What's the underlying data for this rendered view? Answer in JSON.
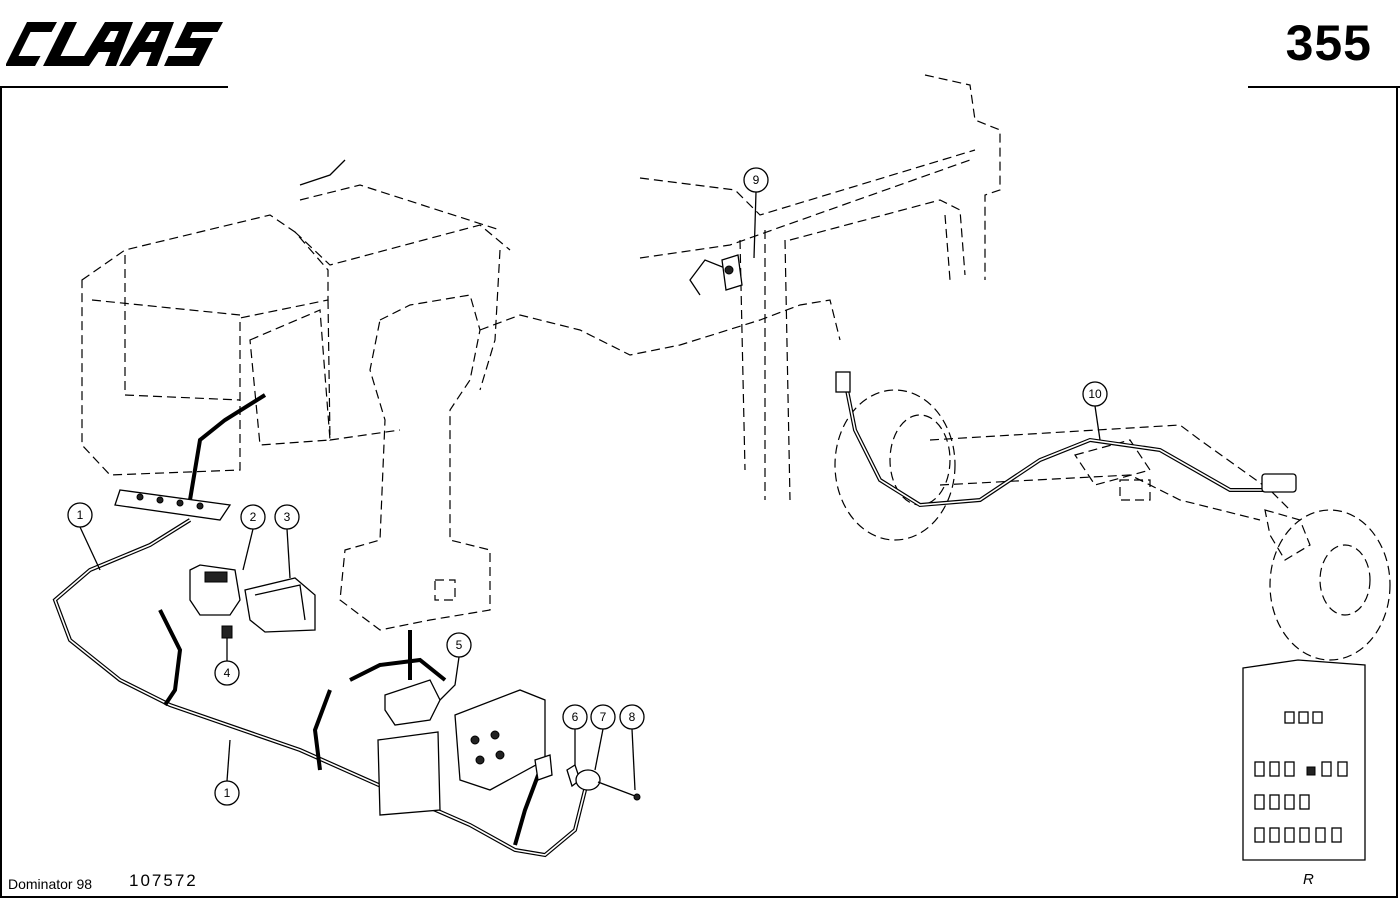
{
  "header": {
    "brand": "CLAAS",
    "page_number": "355"
  },
  "footer": {
    "model": "Dominator 98",
    "drawing_number": "107572",
    "revision_mark": "R"
  },
  "callouts": [
    "1",
    "2",
    "3",
    "4",
    "5",
    "6",
    "7",
    "8",
    "9",
    "10",
    "1"
  ]
}
